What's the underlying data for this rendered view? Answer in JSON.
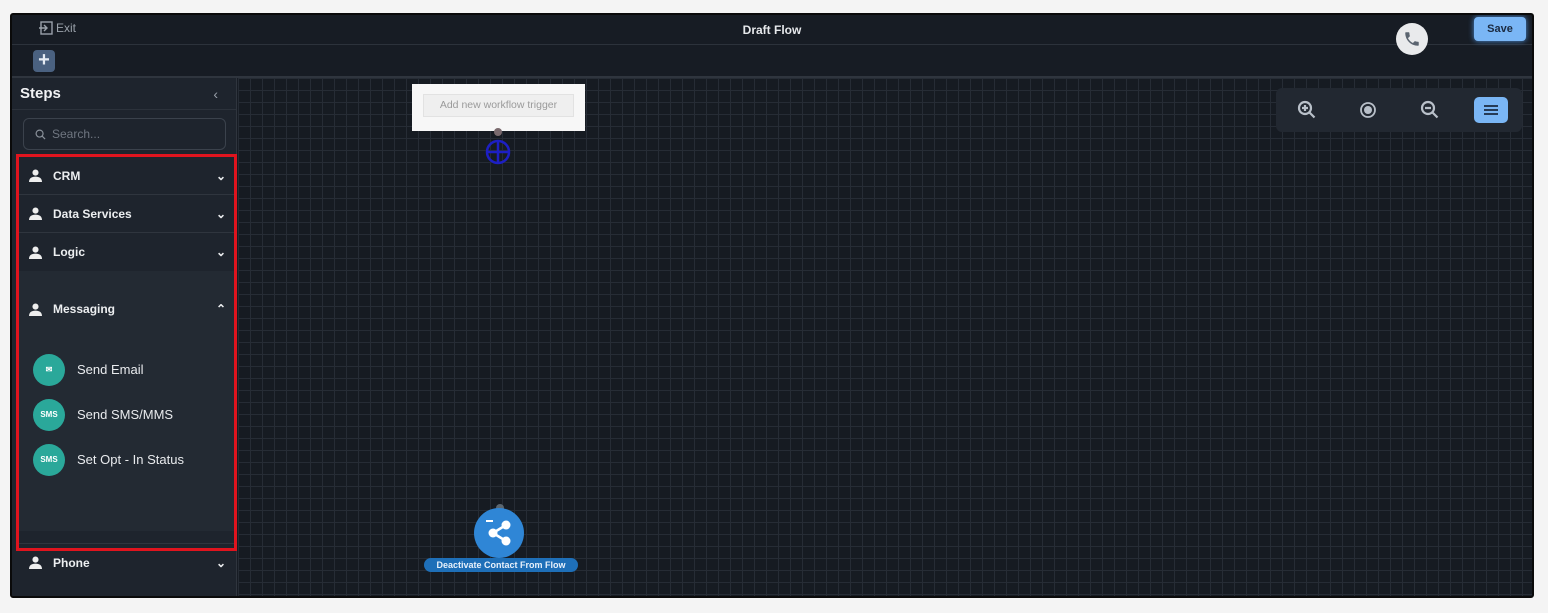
{
  "header": {
    "exit_label": "Exit",
    "title": "Draft Flow",
    "save_label": "Save"
  },
  "sidebar": {
    "title": "Steps",
    "search_placeholder": "Search...",
    "categories": [
      {
        "label": "CRM"
      },
      {
        "label": "Data Services"
      },
      {
        "label": "Logic"
      },
      {
        "label": "Messaging"
      },
      {
        "label": "Phone"
      }
    ],
    "messaging_items": [
      {
        "label": "Send Email",
        "icon": "email-icon"
      },
      {
        "label": "Send SMS/MMS",
        "icon": "sms-icon"
      },
      {
        "label": "Set Opt - In Status",
        "icon": "sms-icon"
      }
    ]
  },
  "canvas": {
    "trigger_label": "Add new workflow trigger",
    "node_label": "Deactivate Contact From Flow"
  },
  "colors": {
    "accent": "#7ab6f5",
    "highlight": "#e0141e",
    "teal": "#2aa89a"
  }
}
